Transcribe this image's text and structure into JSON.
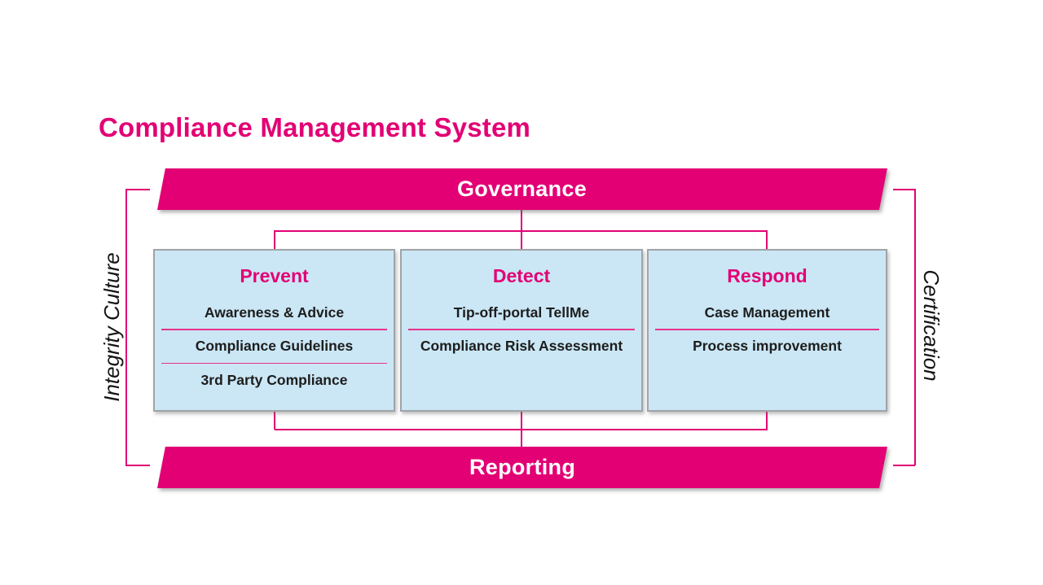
{
  "title": "Compliance Management System",
  "colors": {
    "magenta": "#e20074",
    "banner_text": "#ffffff",
    "box_fill": "#cbe7f5",
    "box_border": "#a0a4a8",
    "item_text": "#1d1d1d",
    "divider": "#e5338c"
  },
  "banners": {
    "top": "Governance",
    "bottom": "Reporting"
  },
  "side_labels": {
    "left": "Integrity Culture",
    "right": "Certification"
  },
  "pillars": [
    {
      "title": "Prevent",
      "items": [
        "Awareness & Advice",
        "Compliance Guidelines",
        "3rd Party Compliance"
      ]
    },
    {
      "title": "Detect",
      "items": [
        "Tip-off-portal TellMe",
        "Compliance Risk Assessment"
      ]
    },
    {
      "title": "Respond",
      "items": [
        "Case Management",
        "Process improvement"
      ]
    }
  ]
}
